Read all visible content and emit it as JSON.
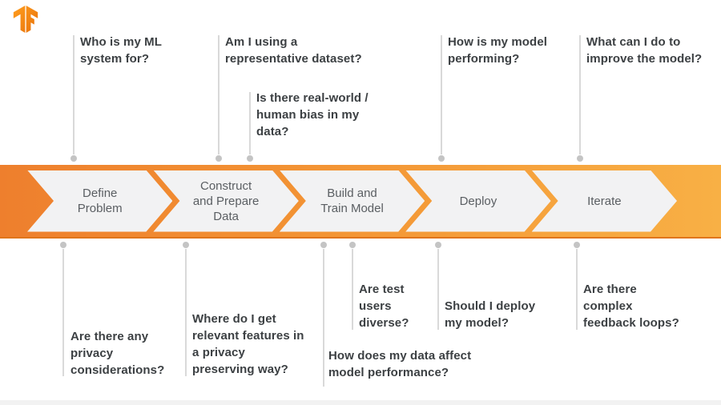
{
  "logo": {
    "name": "TensorFlow",
    "color_dark": "#e8710a",
    "color_light": "#ff9e1f"
  },
  "banner": {
    "gradient_left": "#ee7f2d",
    "gradient_right": "#f8b045",
    "chevron_fill": "#f2f2f3",
    "label_color": "#5a5e62",
    "stages": [
      {
        "label": "Define\nProblem"
      },
      {
        "label": "Construct\nand Prepare\nData"
      },
      {
        "label": "Build and\nTrain Model"
      },
      {
        "label": "Deploy"
      },
      {
        "label": "Iterate"
      }
    ]
  },
  "questions": {
    "text_color": "#3c4043",
    "top": [
      {
        "text": "Who is my ML system for?"
      },
      {
        "text": "Am I using a representative dataset?"
      },
      {
        "text": "Is there real-world / human bias in my data?"
      },
      {
        "text": "How is my model performing?"
      },
      {
        "text": "What can I do to improve the model?"
      }
    ],
    "bottom": [
      {
        "text": "Are there any privacy considerations?"
      },
      {
        "text": "Where do I get relevant features in a privacy preserving way?"
      },
      {
        "text": "Are test users diverse?"
      },
      {
        "text": "How does my data affect model performance?"
      },
      {
        "text": "Should I deploy my model?"
      },
      {
        "text": "Are there complex feedback loops?"
      }
    ]
  },
  "connector_style": {
    "line_color": "#d9d9d9",
    "dot_color": "#c4c4c4"
  }
}
